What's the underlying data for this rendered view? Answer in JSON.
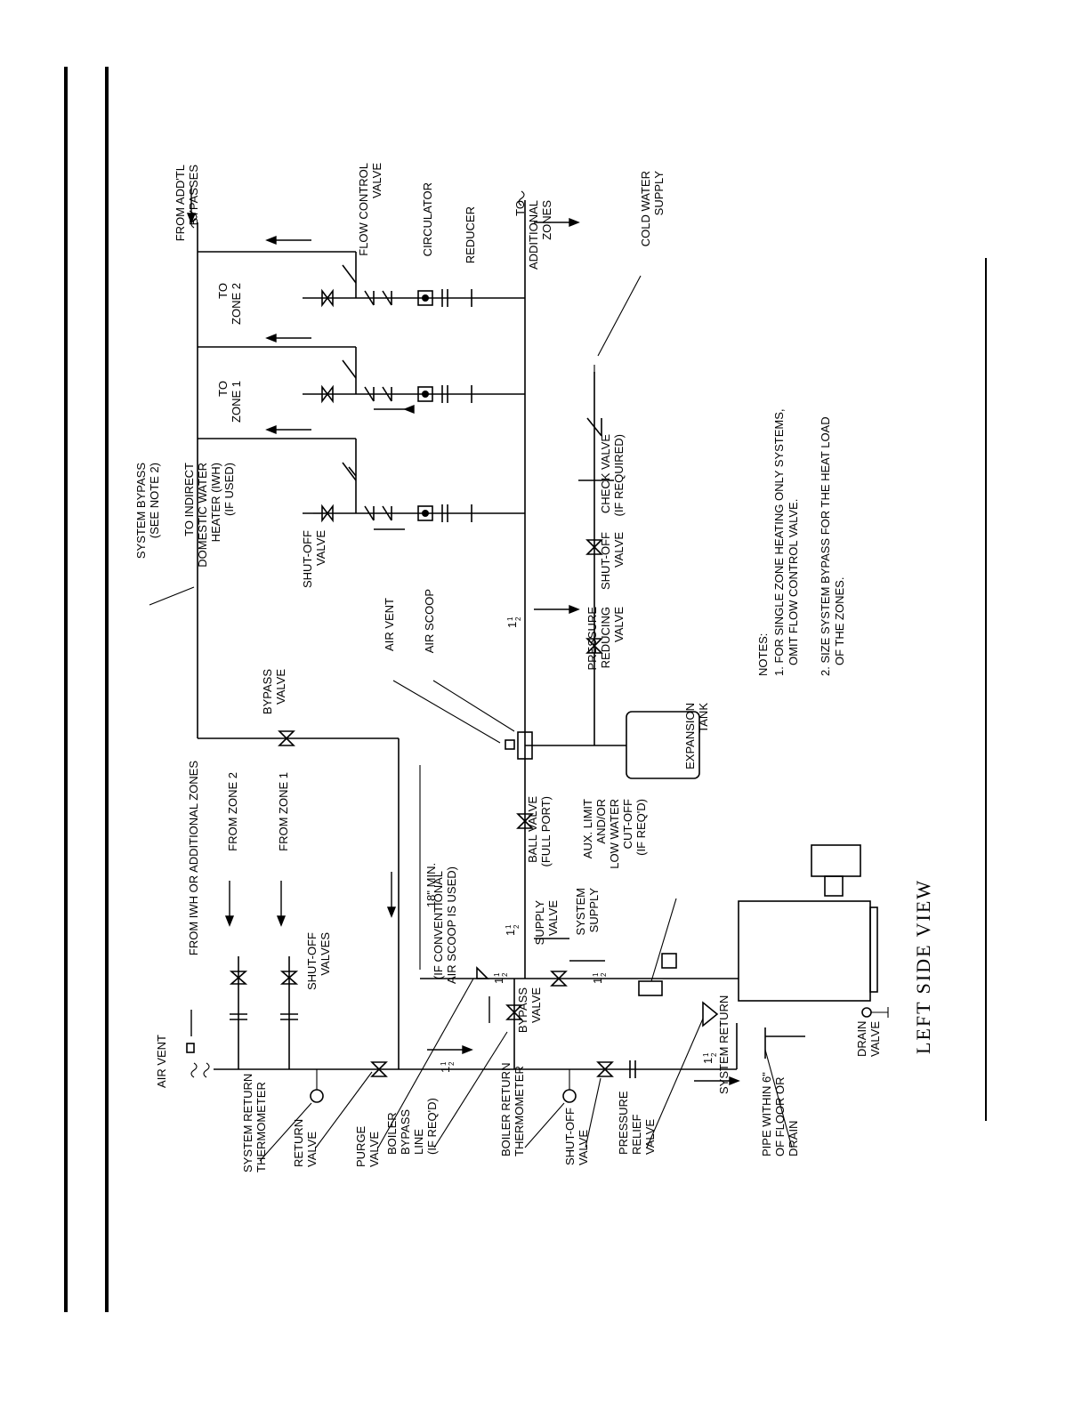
{
  "view_title": "LEFT SIDE VIEW",
  "labels": {
    "from_addtl_bypasses": [
      "FROM ADD'TL",
      "BYPASSES"
    ],
    "flow_control_valve": [
      "FLOW CONTROL",
      "VALVE"
    ],
    "circulator": [
      "CIRCULATOR"
    ],
    "reducer": [
      "REDUCER"
    ],
    "to_additional_zones": [
      "TO",
      "ADDITIONAL",
      "ZONES"
    ],
    "cold_water_supply": [
      "COLD WATER",
      "SUPPLY"
    ],
    "to_zone_2": [
      "TO",
      "ZONE 2"
    ],
    "to_zone_1": [
      "TO",
      "ZONE 1"
    ],
    "to_iwh": [
      "TO INDIRECT",
      "DOMESTIC WATER",
      "HEATER (IWH)",
      "(IF USED)"
    ],
    "system_bypass": [
      "SYSTEM BYPASS",
      "(SEE NOTE 2)"
    ],
    "shut_off_valve_top": [
      "SHUT-OFF",
      "VALVE"
    ],
    "check_valve": [
      "CHECK VALVE",
      "(IF REQUIRED)"
    ],
    "shut_off_valve_cw": [
      "SHUT-OFF",
      "VALVE"
    ],
    "pressure_reducing_valve": [
      "PRESSURE",
      "REDUCING",
      "VALVE"
    ],
    "air_vent_top": [
      "AIR VENT"
    ],
    "air_scoop": [
      "AIR SCOOP"
    ],
    "bypass_valve_top": [
      "BYPASS",
      "VALVE"
    ],
    "expansion_tank": [
      "EXPANSION",
      "TANK"
    ],
    "from_iwh_zones": [
      "FROM IWH OR ADDITIONAL ZONES"
    ],
    "from_zone_2": [
      "FROM ZONE 2"
    ],
    "from_zone_1": [
      "FROM ZONE 1"
    ],
    "shut_off_valves": [
      "SHUT-OFF",
      "VALVES"
    ],
    "min_18": [
      "18\"  MIN."
    ],
    "conventional_scoop": [
      "(IF CONVENTIONAL",
      "AIR SCOOP IS USED)"
    ],
    "ball_valve": [
      "BALL VALVE",
      "(FULL PORT)"
    ],
    "supply_valve": [
      "SUPPLY",
      "VALVE"
    ],
    "system_supply": [
      "SYSTEM",
      "SUPPLY"
    ],
    "aux_limit": [
      "AUX. LIMIT",
      "AND/OR",
      "LOW WATER",
      "CUT-OFF",
      "(IF REQ'D)"
    ],
    "bypass_valve_boiler": [
      "BYPASS",
      "VALVE"
    ],
    "air_vent_bottom": [
      "AIR VENT"
    ],
    "system_return_thermometer": [
      "SYSTEM RETURN",
      "THERMOMETER"
    ],
    "return_valve": [
      "RETURN",
      "VALVE"
    ],
    "purge_valve": [
      "PURGE",
      "VALVE"
    ],
    "boiler_bypass_line": [
      "BOILER",
      "BYPASS",
      "LINE",
      "(IF REQ'D)"
    ],
    "boiler_return_thermometer": [
      "BOILER RETURN",
      "THERMOMETER"
    ],
    "shut_off_valve_bottom": [
      "SHUT-OFF",
      "VALVE"
    ],
    "pressure_relief_valve": [
      "PRESSURE",
      "RELIEF",
      "VALVE"
    ],
    "system_return": [
      "SYSTEM RETURN"
    ],
    "pipe_within": [
      "PIPE WITHIN 6\"",
      "OF FLOOR OR",
      "DRAIN"
    ],
    "drain_valve": [
      "DRAIN",
      "VALVE"
    ]
  },
  "notes": [
    "NOTES:",
    "1. FOR SINGLE ZONE HEATING ONLY SYSTEMS,",
    "    OMIT FLOW CONTROL VALVE.",
    "2. SIZE SYSTEM BYPASS FOR THE HEAT LOAD",
    "    OF THE ZONES."
  ],
  "pipe_size": {
    "num": "1",
    "den": "2"
  }
}
